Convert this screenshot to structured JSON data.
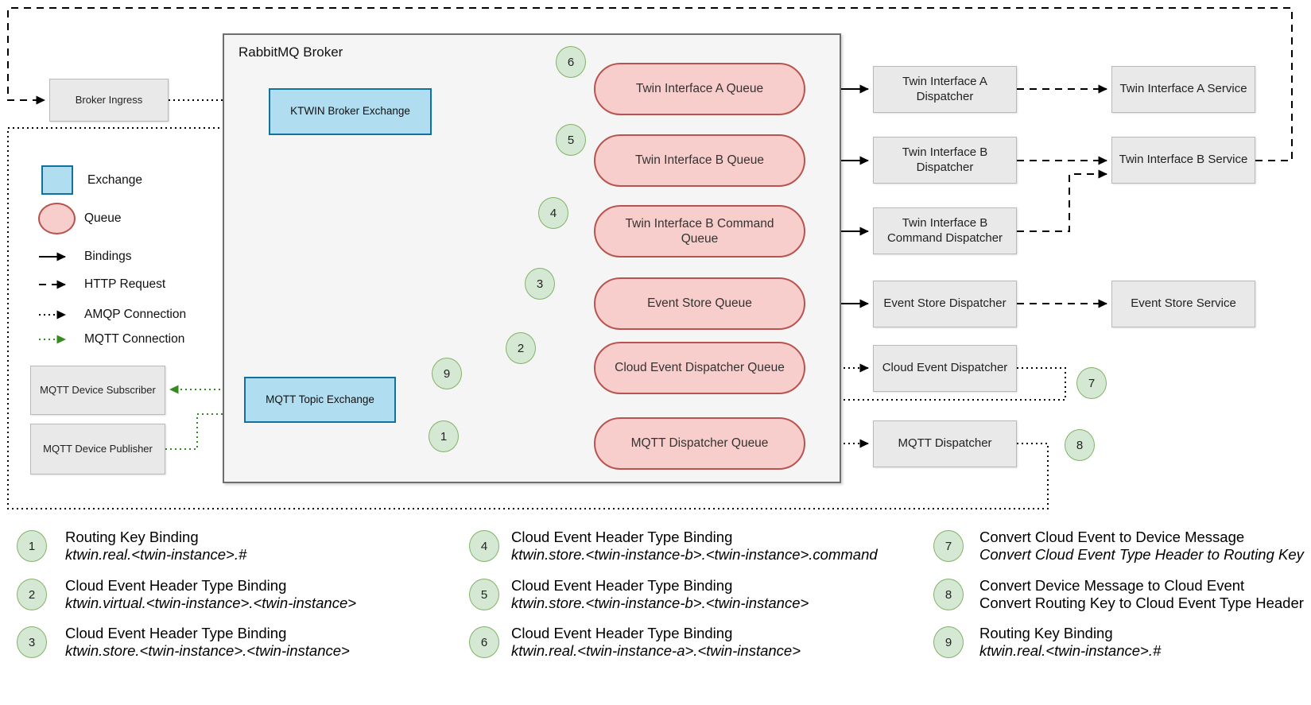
{
  "diagram": {
    "broker_title": "RabbitMQ Broker",
    "ingress": "Broker Ingress",
    "ktwin_exchange": "KTWIN Broker Exchange",
    "mqtt_exchange": "MQTT Topic Exchange",
    "mqtt_subscriber": "MQTT Device Subscriber",
    "mqtt_publisher": "MQTT Device Publisher",
    "queues": [
      "Twin Interface A Queue",
      "Twin Interface B Queue",
      "Twin Interface B Command Queue",
      "Event Store Queue",
      "Cloud Event Dispatcher Queue",
      "MQTT Dispatcher Queue"
    ],
    "dispatchers": [
      "Twin Interface A Dispatcher",
      "Twin Interface B Dispatcher",
      "Twin Interface B Command Dispatcher",
      "Event Store Dispatcher",
      "Cloud Event Dispatcher",
      "MQTT Dispatcher"
    ],
    "services": [
      "Twin Interface A Service",
      "Twin Interface B Service",
      "Event Store Service"
    ]
  },
  "legend": {
    "exchange": "Exchange",
    "queue": "Queue",
    "bindings": "Bindings",
    "http": "HTTP Request",
    "amqp": "AMQP Connection",
    "mqtt": "MQTT Connection"
  },
  "notes": [
    {
      "num": "1",
      "title": "Routing Key Binding",
      "detail": "ktwin.real.<twin-instance>.#"
    },
    {
      "num": "2",
      "title": "Cloud Event Header Type Binding",
      "detail": "ktwin.virtual.<twin-instance>.<twin-instance>"
    },
    {
      "num": "3",
      "title": "Cloud Event Header Type Binding",
      "detail": "ktwin.store.<twin-instance>.<twin-instance>"
    },
    {
      "num": "4",
      "title": "Cloud Event Header Type Binding",
      "detail": "ktwin.store.<twin-instance-b>.<twin-instance>.command"
    },
    {
      "num": "5",
      "title": "Cloud Event Header Type Binding",
      "detail": "ktwin.store.<twin-instance-b>.<twin-instance>"
    },
    {
      "num": "6",
      "title": "Cloud Event Header Type Binding",
      "detail": "ktwin.real.<twin-instance-a>.<twin-instance>"
    },
    {
      "num": "7",
      "title": "Convert Cloud Event to Device Message",
      "detail": "Convert Cloud Event Type Header to Routing Key"
    },
    {
      "num": "8",
      "title": "Convert Device Message to Cloud Event",
      "detail": "Convert Routing Key to Cloud Event Type Header"
    },
    {
      "num": "9",
      "title": "Routing Key Binding",
      "detail": "ktwin.real.<twin-instance>.#"
    }
  ],
  "colors": {
    "exchange_fill": "#b1ddf0",
    "exchange_stroke": "#10739e",
    "queue_fill": "#f8cecc",
    "queue_stroke": "#b85450",
    "badge_fill": "#d5e8d4",
    "badge_stroke": "#82b366",
    "box_fill": "#e9e9e9",
    "container_fill": "#f5f5f5",
    "mqtt_connection_green": "#378a1e"
  }
}
